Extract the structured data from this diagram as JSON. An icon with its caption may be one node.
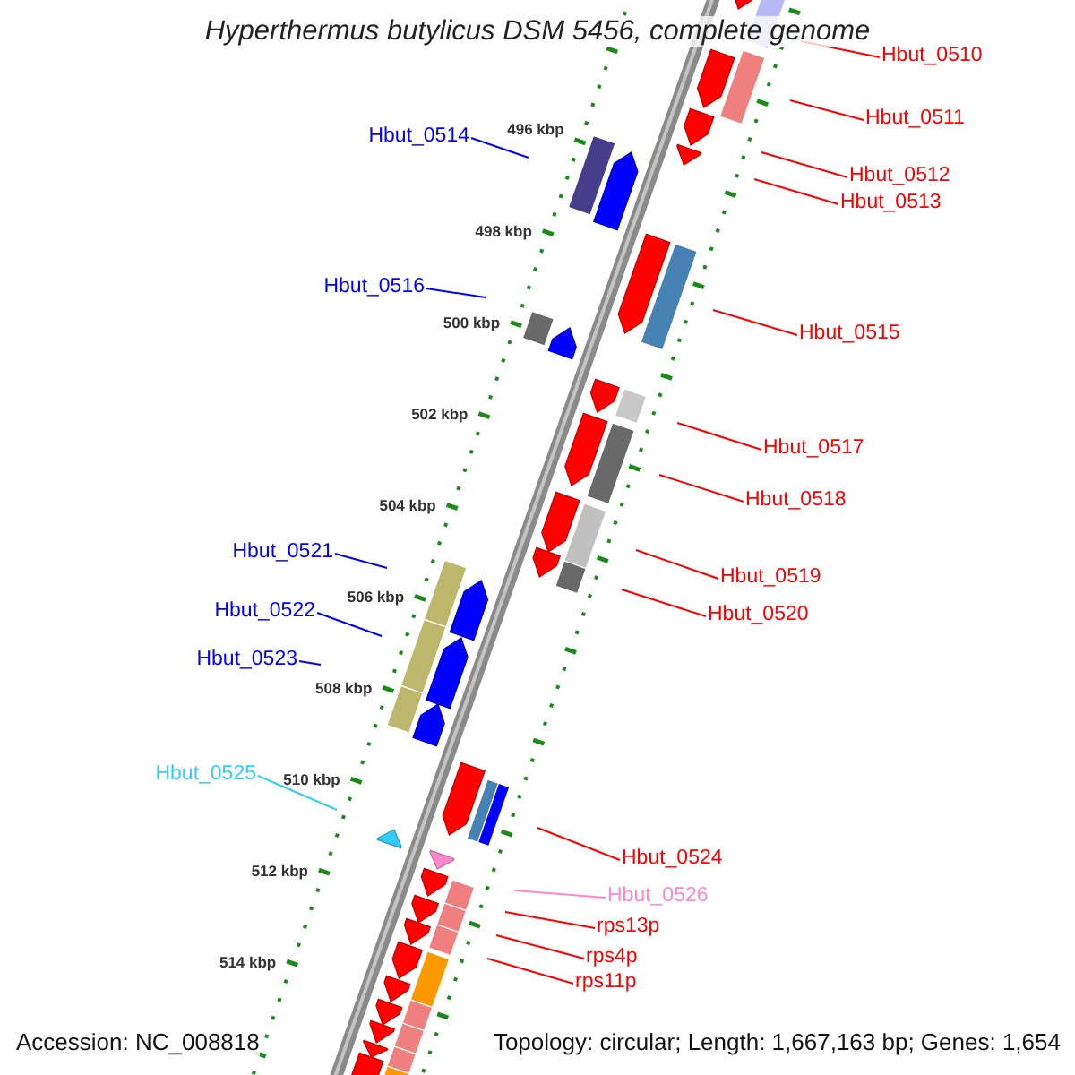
{
  "diagram": {
    "title": "Hyperthermus butylicus DSM 5456, complete genome",
    "nodes": [
      {
        "text": [
          "Hbut_0510"
        ]
      },
      {
        "text": [
          "Hbut_0511"
        ]
      },
      {
        "text": [
          "Hbut_0514"
        ]
      },
      {
        "text": [
          "Hbut_0512"
        ]
      },
      {
        "text": [
          "Hbut_0513"
        ]
      },
      {
        "text": [
          "Hbut_0516"
        ]
      },
      {
        "text": [
          "Hbut_0515"
        ]
      },
      {
        "text": [
          "Hbut_0517"
        ]
      },
      {
        "text": [
          "Hbut_0518"
        ]
      },
      {
        "text": [
          "Hbut_0521"
        ]
      },
      {
        "text": [
          "Hbut_0519"
        ]
      },
      {
        "text": [
          "Hbut_0520"
        ]
      },
      {
        "text": [
          "Hbut_0522"
        ]
      },
      {
        "text": [
          "Hbut_0523"
        ]
      },
      {
        "text": [
          "Hbut_0525"
        ]
      },
      {
        "text": [
          "Hbut_0524"
        ]
      },
      {
        "text": [
          "Hbut_0526"
        ]
      },
      {
        "text": [
          "rps13p"
        ]
      },
      {
        "text": [
          "rps4p"
        ]
      },
      {
        "text": [
          "rps11p"
        ]
      }
    ],
    "edges": [
      {
        "from": 0,
        "to": null,
        "arrow": "none"
      },
      {
        "from": 1,
        "to": null,
        "arrow": "none"
      },
      {
        "from": 2,
        "to": null,
        "arrow": "none",
        "color": "#0000ff"
      },
      {
        "from": 3,
        "to": null,
        "arrow": "none"
      },
      {
        "from": 4,
        "to": null,
        "arrow": "none"
      },
      {
        "from": 5,
        "to": null,
        "arrow": "none",
        "color": "#0000ff"
      },
      {
        "from": 6,
        "to": null,
        "arrow": "none"
      },
      {
        "from": 7,
        "to": null,
        "arrow": "none"
      },
      {
        "from": 8,
        "to": null,
        "arrow": "none"
      },
      {
        "from": 9,
        "to": null,
        "arrow": "none",
        "color": "#0000ff"
      },
      {
        "from": 10,
        "to": null,
        "arrow": "none"
      },
      {
        "from": 11,
        "to": null,
        "arrow": "none"
      },
      {
        "from": 12,
        "to": null,
        "arrow": "none",
        "color": "#0000ff"
      },
      {
        "from": 13,
        "to": null,
        "arrow": "none",
        "color": "#0000ff"
      },
      {
        "from": 14,
        "to": null,
        "arrow": "none",
        "color": "#33ccff"
      },
      {
        "from": 15,
        "to": null,
        "arrow": "none"
      },
      {
        "from": 16,
        "to": null,
        "arrow": "none",
        "color": "#ff88cc"
      },
      {
        "from": 17,
        "to": null,
        "arrow": "none"
      },
      {
        "from": 18,
        "to": null,
        "arrow": "none"
      },
      {
        "from": 19,
        "to": null,
        "arrow": "none"
      }
    ],
    "labels": [
      "496 kbp",
      "498 kbp",
      "500 kbp",
      "502 kbp",
      "504 kbp",
      "506 kbp",
      "508 kbp",
      "510 kbp",
      "512 kbp",
      "514 kbp",
      "Accession: NC_008818",
      "Topology: circular; Length: 1,667,163 bp; Genes: 1,654"
    ]
  }
}
